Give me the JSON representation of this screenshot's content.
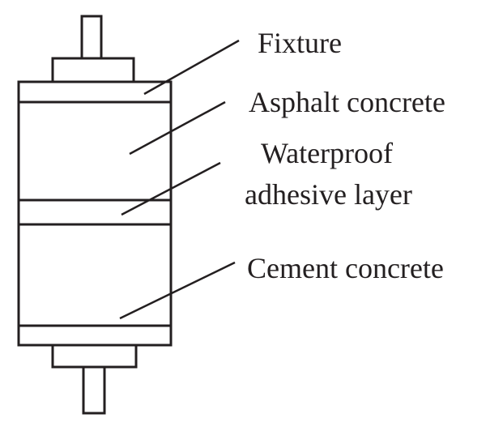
{
  "labels": {
    "fixture": "Fixture",
    "asphalt": "Asphalt concrete",
    "waterproof_line1": "Waterproof",
    "waterproof_line2": "adhesive layer",
    "cement": "Cement concrete"
  }
}
